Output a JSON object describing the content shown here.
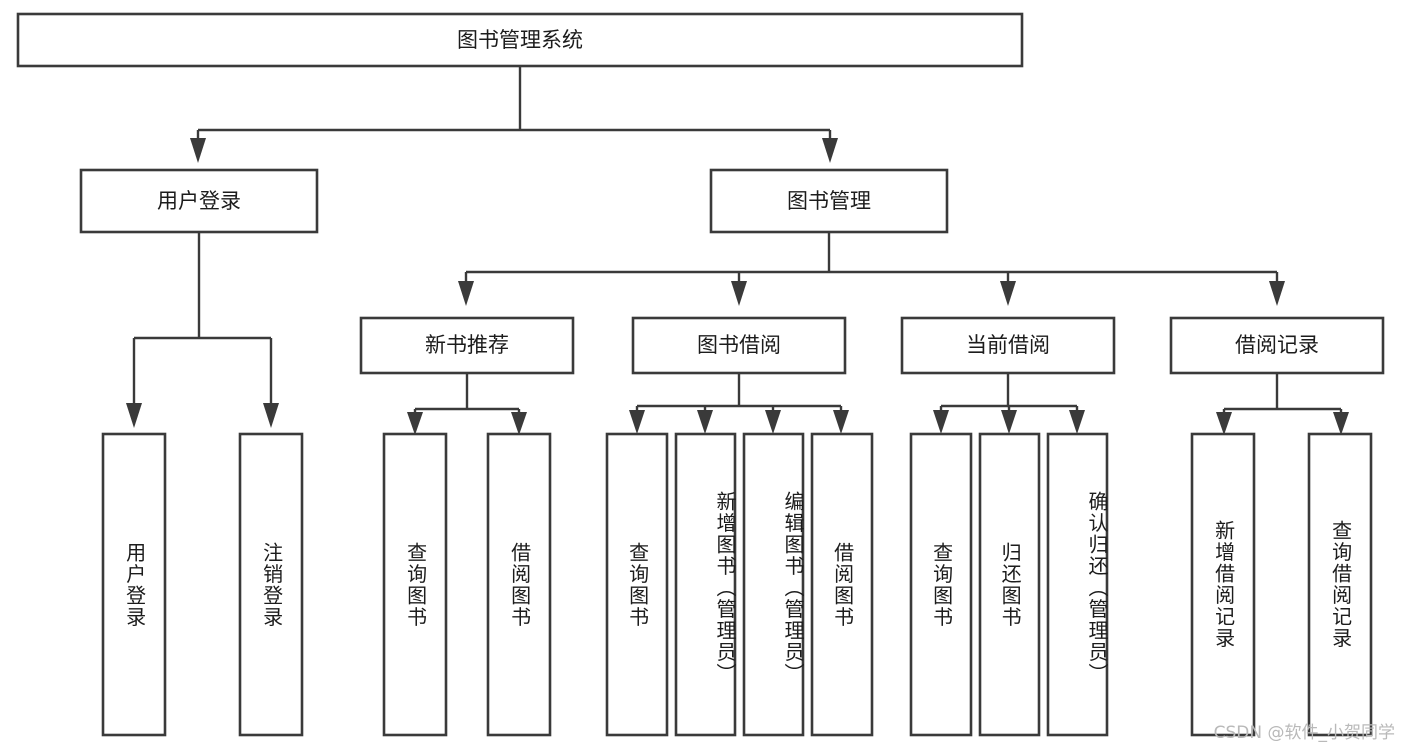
{
  "diagram": {
    "title": "图书管理系统",
    "watermark": "CSDN @软件_小贺同学",
    "colors": {
      "stroke": "#3a3a3a",
      "fill": "#ffffff",
      "text": "#1c1c1c",
      "watermark": "#b9b9b9"
    },
    "levels": {
      "root": {
        "label": "图书管理系统"
      },
      "level2": [
        {
          "label": "用户登录"
        },
        {
          "label": "图书管理"
        }
      ],
      "level3": [
        {
          "label": "新书推荐"
        },
        {
          "label": "图书借阅"
        },
        {
          "label": "当前借阅"
        },
        {
          "label": "借阅记录"
        }
      ]
    },
    "leaves": {
      "user_login": [
        {
          "label": "用户登录"
        },
        {
          "label": "注销登录"
        }
      ],
      "new_book_recommend": [
        {
          "label": "查询图书"
        },
        {
          "label": "借阅图书"
        }
      ],
      "book_borrow": [
        {
          "label": "查询图书"
        },
        {
          "label": "新增图书（管理员）"
        },
        {
          "label": "编辑图书（管理员）"
        },
        {
          "label": "借阅图书"
        }
      ],
      "current_borrow": [
        {
          "label": "查询图书"
        },
        {
          "label": "归还图书"
        },
        {
          "label": "确认归还（管理员）"
        }
      ],
      "borrow_record": [
        {
          "label": "新增借阅记录"
        },
        {
          "label": "查询借阅记录"
        }
      ]
    }
  }
}
